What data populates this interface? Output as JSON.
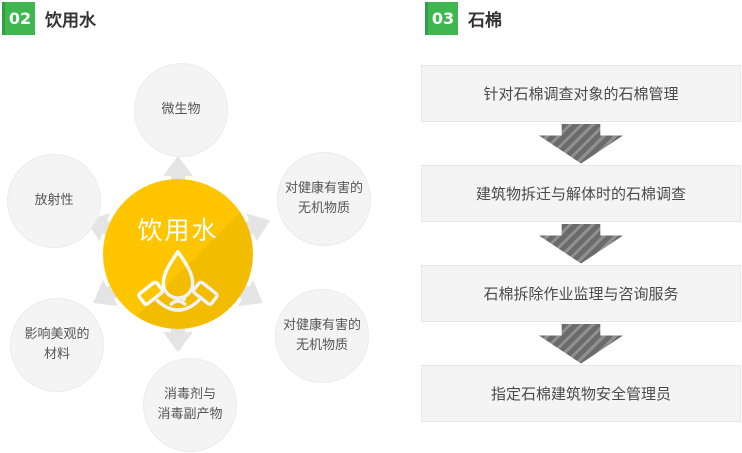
{
  "sections": {
    "water": {
      "badge": "02",
      "title": "饮用水",
      "center_label": "饮用水",
      "center_icon": "hands-holding-water-drop-icon",
      "nodes": {
        "top": "微生物",
        "top_right": "对健康有害的\n无机物质",
        "bottom_right": "对健康有害的\n无机物质",
        "bottom": "消毒剂与\n消毒副产物",
        "bottom_left": "影响美观的\n材料",
        "top_left": "放射性"
      }
    },
    "asbestos": {
      "badge": "03",
      "title": "石棉",
      "steps": [
        "针对石棉调查对象的石棉管理",
        "建筑物拆迁与解体时的石棉调查",
        "石棉拆除作业监理与咨询服务",
        "指定石棉建筑物安全管理员"
      ]
    }
  },
  "colors": {
    "accent_green": "#3fb650",
    "accent_green_dark": "#2f9e44",
    "center_yellow": "#ffc600",
    "node_gray": "#f4f4f4",
    "spoke_arrow_gray": "#e4e4e4",
    "flow_arrow_gray": "#6b6b6b",
    "text_dark": "#333333",
    "text_body": "#4a4a4a"
  }
}
